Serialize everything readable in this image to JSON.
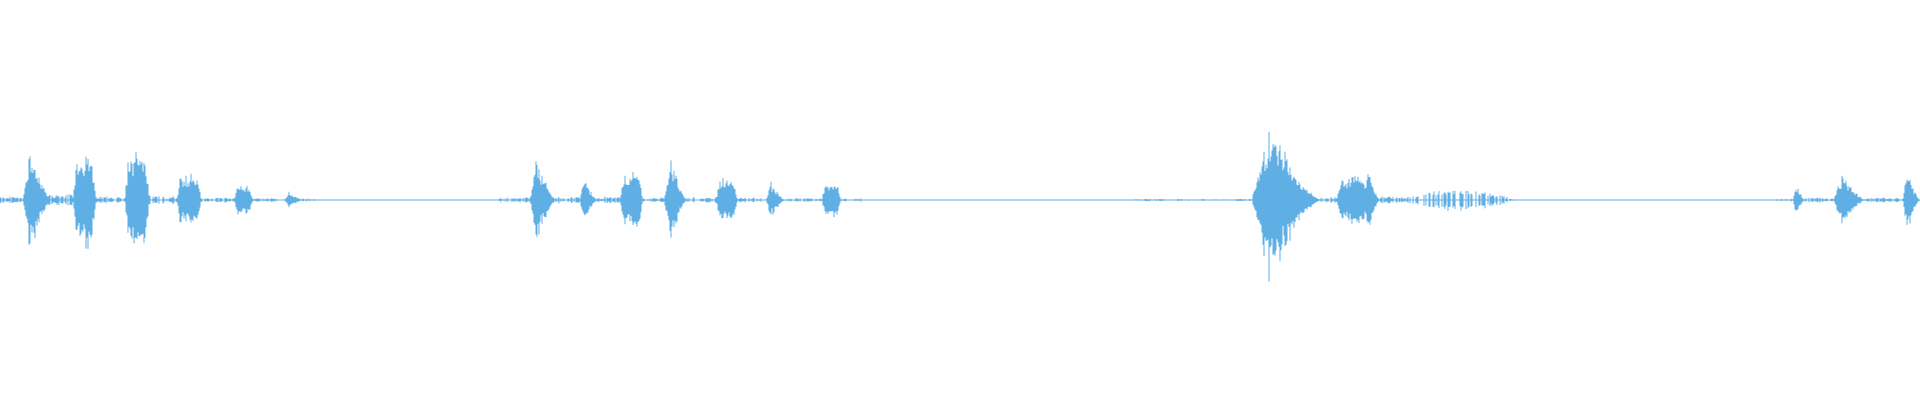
{
  "waveform": {
    "color": "#5faee4",
    "background": "#ffffff",
    "baseline_fraction": 0.5
  },
  "bursts": [
    {
      "start": 0.0,
      "end": 0.018,
      "peak": 0.04,
      "shape": "flat",
      "density": 0.7
    },
    {
      "start": 0.012,
      "end": 0.027,
      "peak": 0.64,
      "shape": "attack",
      "density": 1
    },
    {
      "start": 0.024,
      "end": 0.038,
      "peak": 0.07,
      "shape": "flat",
      "density": 0.7
    },
    {
      "start": 0.038,
      "end": 0.05,
      "peak": 0.58,
      "shape": "sustain",
      "density": 1
    },
    {
      "start": 0.05,
      "end": 0.065,
      "peak": 0.04,
      "shape": "flat",
      "density": 0.7
    },
    {
      "start": 0.065,
      "end": 0.078,
      "peak": 0.56,
      "shape": "sustain",
      "density": 1
    },
    {
      "start": 0.078,
      "end": 0.092,
      "peak": 0.05,
      "shape": "flat",
      "density": 0.7
    },
    {
      "start": 0.092,
      "end": 0.105,
      "peak": 0.32,
      "shape": "sustain",
      "density": 1
    },
    {
      "start": 0.105,
      "end": 0.122,
      "peak": 0.03,
      "shape": "flat",
      "density": 0.7
    },
    {
      "start": 0.122,
      "end": 0.132,
      "peak": 0.18,
      "shape": "sustain",
      "density": 1
    },
    {
      "start": 0.132,
      "end": 0.144,
      "peak": 0.02,
      "shape": "flat",
      "density": 0.6
    },
    {
      "start": 0.148,
      "end": 0.158,
      "peak": 0.1,
      "shape": "attack",
      "density": 1
    },
    {
      "start": 0.158,
      "end": 0.164,
      "peak": 0.02,
      "shape": "flat",
      "density": 0.5
    },
    {
      "start": 0.26,
      "end": 0.276,
      "peak": 0.03,
      "shape": "flat",
      "density": 0.6
    },
    {
      "start": 0.276,
      "end": 0.29,
      "peak": 0.5,
      "shape": "attack",
      "density": 1
    },
    {
      "start": 0.29,
      "end": 0.302,
      "peak": 0.04,
      "shape": "flat",
      "density": 0.7
    },
    {
      "start": 0.302,
      "end": 0.311,
      "peak": 0.3,
      "shape": "attack",
      "density": 1
    },
    {
      "start": 0.311,
      "end": 0.323,
      "peak": 0.04,
      "shape": "flat",
      "density": 0.7
    },
    {
      "start": 0.323,
      "end": 0.335,
      "peak": 0.35,
      "shape": "sustain",
      "density": 1
    },
    {
      "start": 0.335,
      "end": 0.346,
      "peak": 0.03,
      "shape": "flat",
      "density": 0.7
    },
    {
      "start": 0.346,
      "end": 0.358,
      "peak": 0.58,
      "shape": "attack",
      "density": 1
    },
    {
      "start": 0.358,
      "end": 0.373,
      "peak": 0.04,
      "shape": "flat",
      "density": 0.7
    },
    {
      "start": 0.373,
      "end": 0.384,
      "peak": 0.28,
      "shape": "sustain",
      "density": 1
    },
    {
      "start": 0.384,
      "end": 0.399,
      "peak": 0.03,
      "shape": "flat",
      "density": 0.6
    },
    {
      "start": 0.399,
      "end": 0.409,
      "peak": 0.22,
      "shape": "attack",
      "density": 1
    },
    {
      "start": 0.409,
      "end": 0.428,
      "peak": 0.02,
      "shape": "flat",
      "density": 0.5
    },
    {
      "start": 0.428,
      "end": 0.438,
      "peak": 0.2,
      "shape": "sustain",
      "density": 1
    },
    {
      "start": 0.438,
      "end": 0.448,
      "peak": 0.02,
      "shape": "flat",
      "density": 0.5
    },
    {
      "start": 0.592,
      "end": 0.652,
      "peak": 0.015,
      "shape": "flat",
      "density": 0.4
    },
    {
      "start": 0.652,
      "end": 0.688,
      "peak": 0.98,
      "shape": "attack",
      "density": 1
    },
    {
      "start": 0.688,
      "end": 0.696,
      "peak": 0.04,
      "shape": "flat",
      "density": 0.7
    },
    {
      "start": 0.696,
      "end": 0.718,
      "peak": 0.3,
      "shape": "sustain",
      "density": 1
    },
    {
      "start": 0.718,
      "end": 0.73,
      "peak": 0.04,
      "shape": "flat",
      "density": 0.7
    },
    {
      "start": 0.73,
      "end": 0.79,
      "peak": 0.14,
      "shape": "fade",
      "density": 0.55
    },
    {
      "start": 0.926,
      "end": 0.934,
      "peak": 0.02,
      "shape": "flat",
      "density": 0.5
    },
    {
      "start": 0.934,
      "end": 0.94,
      "peak": 0.24,
      "shape": "attack",
      "density": 1
    },
    {
      "start": 0.94,
      "end": 0.955,
      "peak": 0.03,
      "shape": "flat",
      "density": 0.6
    },
    {
      "start": 0.955,
      "end": 0.972,
      "peak": 0.3,
      "shape": "attack",
      "density": 1
    },
    {
      "start": 0.972,
      "end": 0.991,
      "peak": 0.03,
      "shape": "flat",
      "density": 0.6
    },
    {
      "start": 0.991,
      "end": 1.0,
      "peak": 0.4,
      "shape": "attack",
      "density": 1
    }
  ]
}
